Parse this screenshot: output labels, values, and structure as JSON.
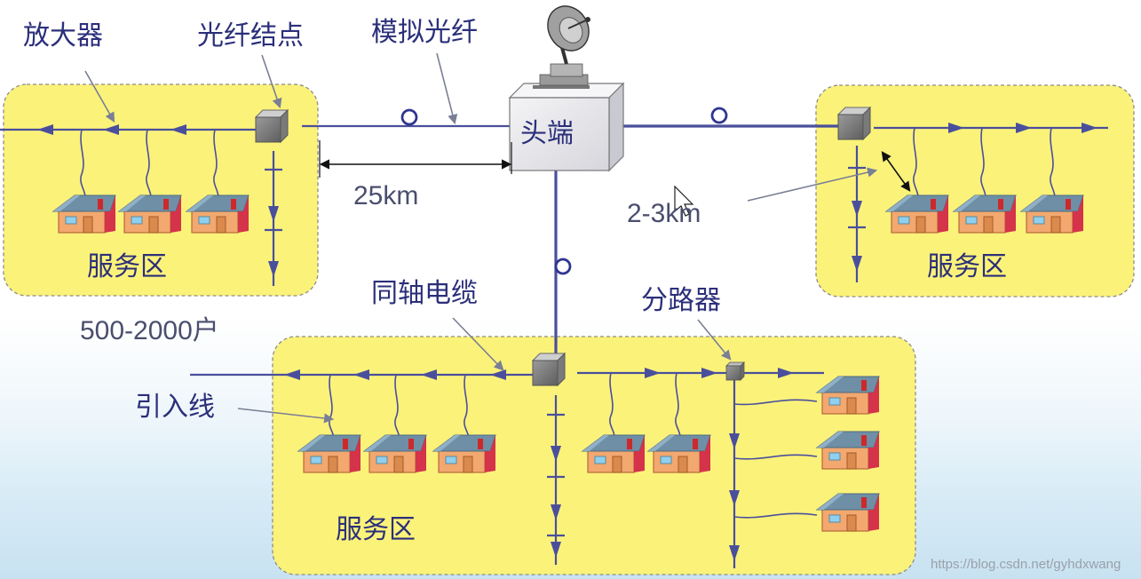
{
  "labels": {
    "amplifier": "放大器",
    "fiber_node": "光纤结点",
    "analog_fiber": "模拟光纤",
    "headend": "头端",
    "distance_fiber": "25km",
    "distance_service": "2-3km",
    "service_area_left": "服务区",
    "service_area_right": "服务区",
    "service_area_bottom": "服务区",
    "households": "500-2000户",
    "coax_cable": "同轴电缆",
    "splitter": "分路器",
    "drop_cable": "引入线"
  },
  "watermark": "https://blog.csdn.net/gyhdxwang",
  "colors": {
    "line": "#4a4f9c",
    "area_fill": "#fbf27a",
    "area_border": "#8c8c8c",
    "label": "#2b2f7a",
    "house_wall": "#f2a86e",
    "house_roof": "#6e8fa6"
  }
}
